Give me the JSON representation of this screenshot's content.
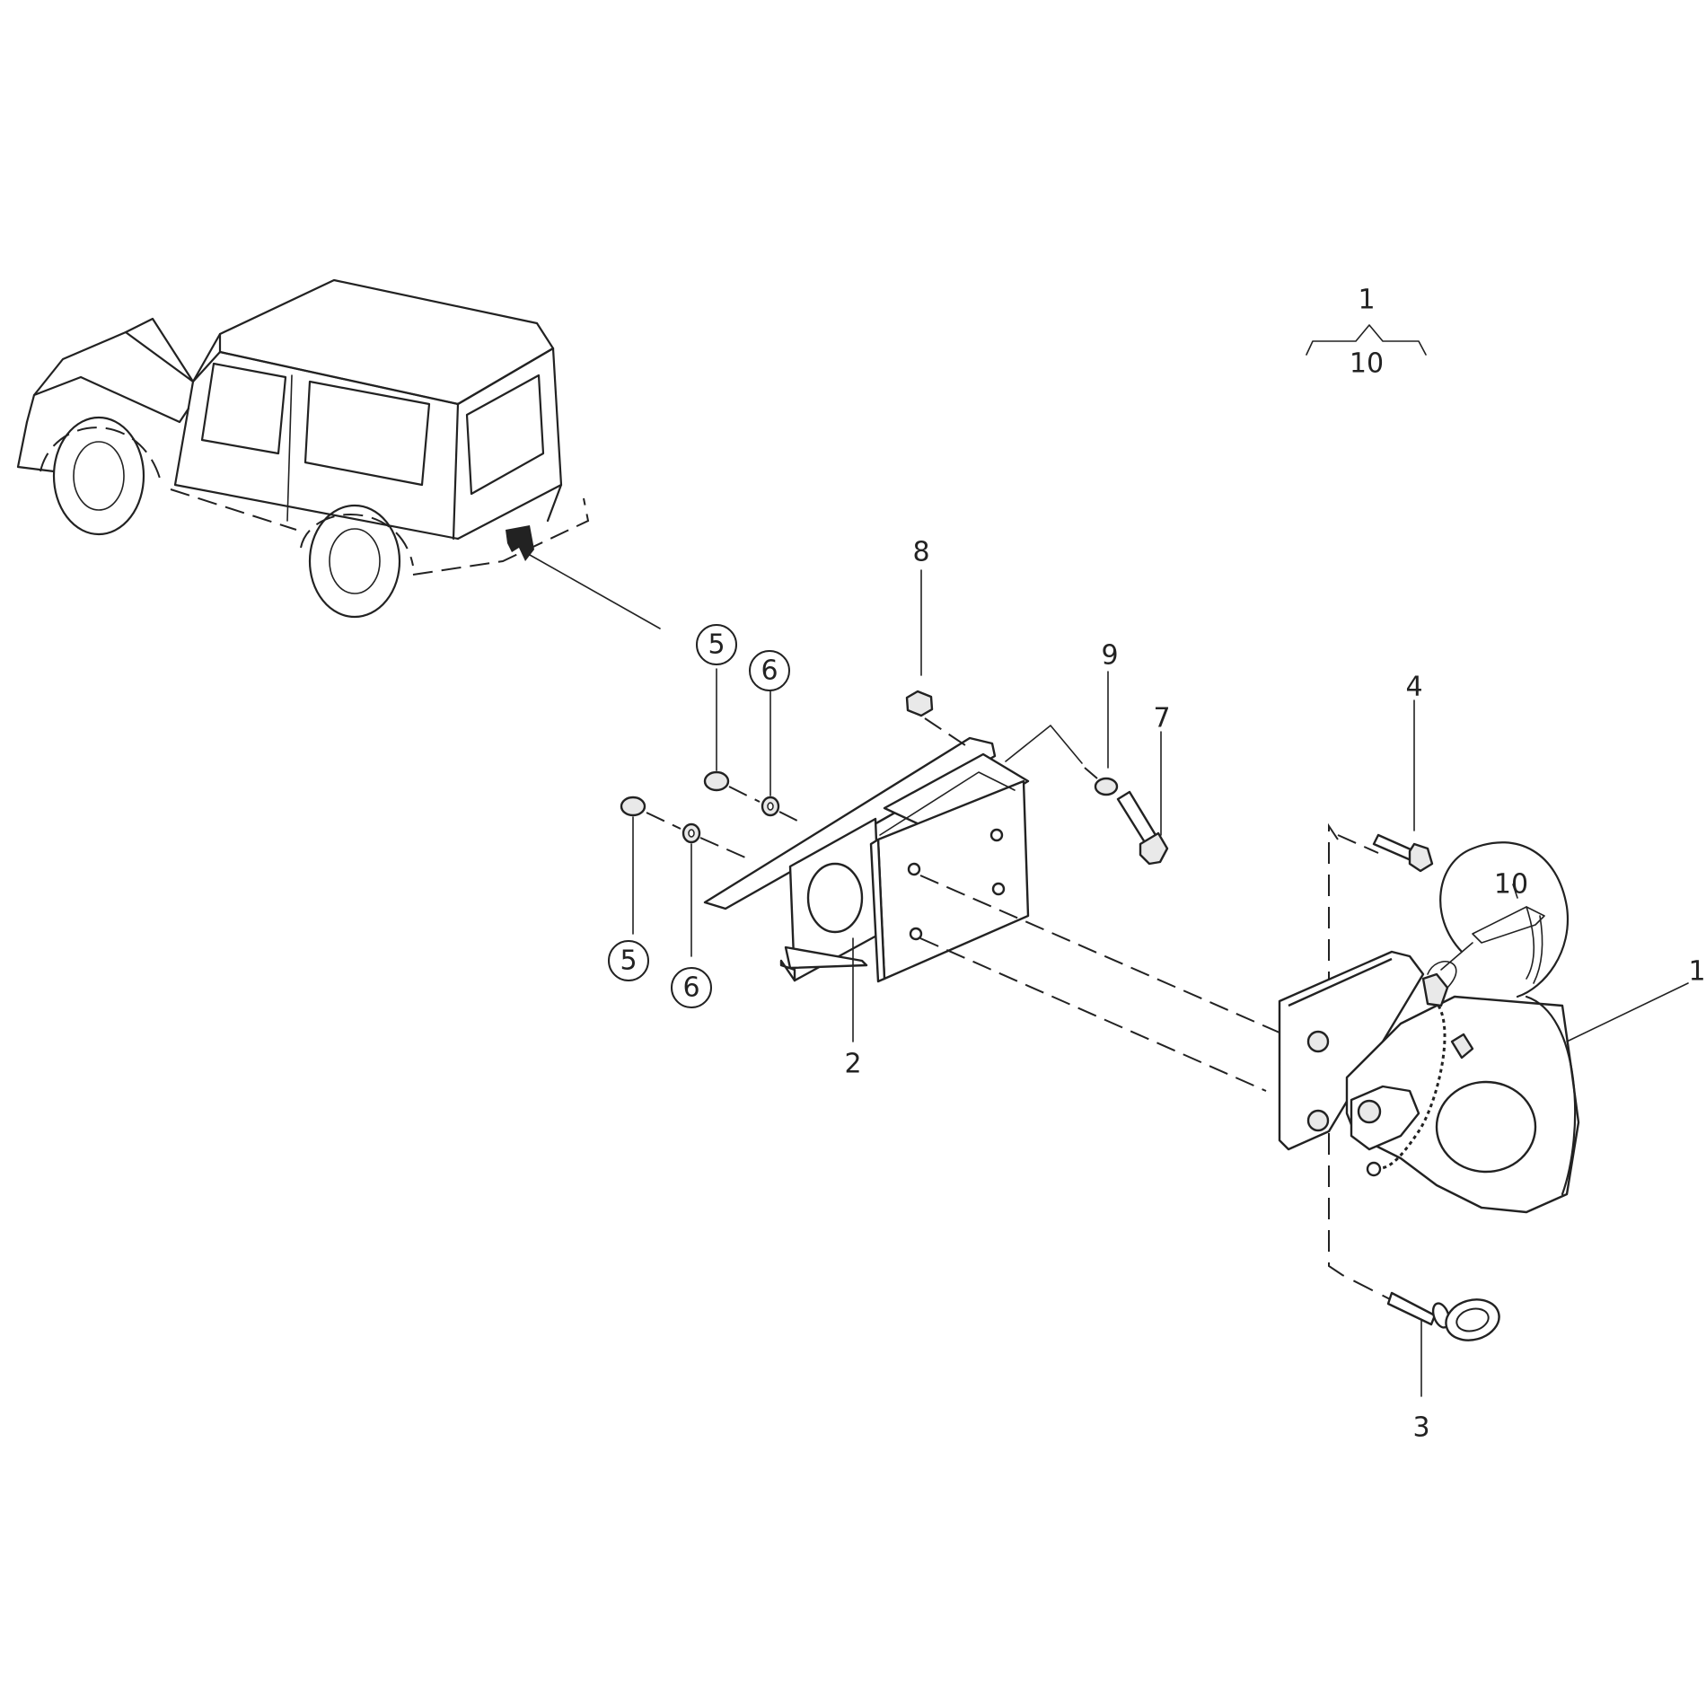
{
  "callouts": {
    "c1_top": "1",
    "c10_top": "10",
    "c8": "8",
    "c9": "9",
    "c7": "7",
    "c4": "4",
    "c5a": "5",
    "c6a": "6",
    "c5b": "5",
    "c6b": "6",
    "c2": "2",
    "c10_detail": "10",
    "c1_right": "1",
    "c3": "3"
  }
}
